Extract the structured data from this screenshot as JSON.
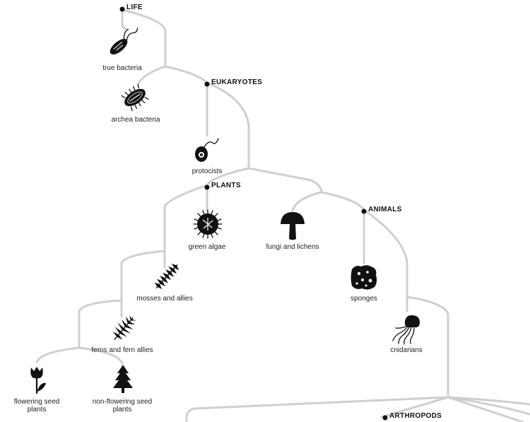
{
  "nodes": {
    "life": "LIFE",
    "eukaryotes": "EUKARYOTES",
    "plants": "PLANTS",
    "animals": "ANIMALS",
    "arthropods": "ARTHROPODS"
  },
  "leaves": {
    "true_bacteria": "true bacteria",
    "archea_bacteria": "archea bacteria",
    "protocists": "protocists",
    "green_algae": "green algae",
    "fungi_lichens": "fungi and lichens",
    "mosses": "mosses and allies",
    "sponges": "sponges",
    "ferns": "ferns and fern allies",
    "cnidarians": "cnidarians",
    "flowering_line1": "flowering seed",
    "flowering_line2": "plants",
    "nonflowering_line1": "non-flowering seed",
    "nonflowering_line2": "plants"
  },
  "icons": [
    "bacterium-icon",
    "archaea-icon",
    "protist-icon",
    "algae-icon",
    "mushroom-icon",
    "moss-icon",
    "sponge-icon",
    "fern-icon",
    "jellyfish-icon",
    "tulip-icon",
    "conifer-tree-icon"
  ],
  "colors": {
    "branch": "#cfcfcf",
    "ink": "#111111"
  }
}
